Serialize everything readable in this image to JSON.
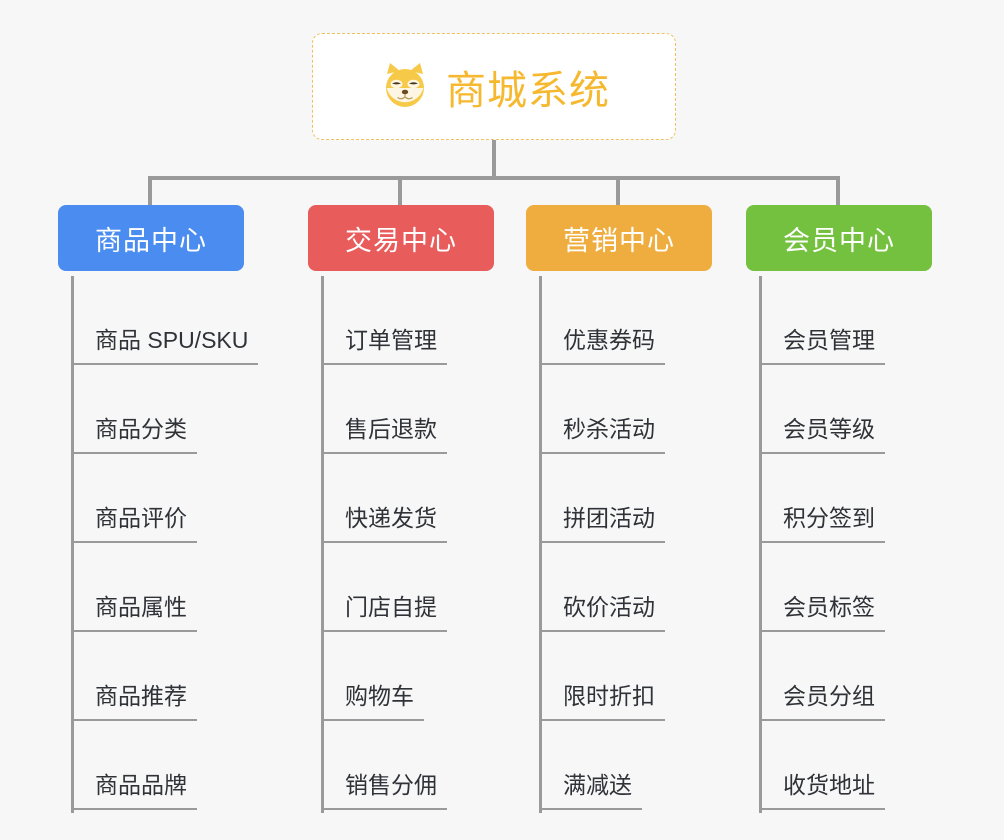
{
  "root": {
    "icon": "shiba-dog-face-emoji",
    "icon_glyph": "🐕",
    "title": "商城系统",
    "title_color": "#f5b82e",
    "border_color": "#f0c060"
  },
  "canvas": {
    "background": "#f7f7f7",
    "connector_color": "#9a9a9a"
  },
  "branches": [
    {
      "label": "商品中心",
      "color": "#4a8cf0",
      "items": [
        "商品 SPU/SKU",
        "商品分类",
        "商品评价",
        "商品属性",
        "商品推荐",
        "商品品牌"
      ]
    },
    {
      "label": "交易中心",
      "color": "#e85c5c",
      "items": [
        "订单管理",
        "售后退款",
        "快递发货",
        "门店自提",
        "购物车",
        "销售分佣"
      ]
    },
    {
      "label": "营销中心",
      "color": "#eead3e",
      "items": [
        "优惠券码",
        "秒杀活动",
        "拼团活动",
        "砍价活动",
        "限时折扣",
        "满减送"
      ]
    },
    {
      "label": "会员中心",
      "color": "#73c13f",
      "items": [
        "会员管理",
        "会员等级",
        "积分签到",
        "会员标签",
        "会员分组",
        "收货地址"
      ]
    }
  ],
  "layout": {
    "branch_x": [
      58,
      308,
      526,
      746
    ],
    "branch_w": [
      186,
      186,
      186,
      186
    ],
    "drop_x": [
      148,
      398,
      616,
      836
    ]
  }
}
